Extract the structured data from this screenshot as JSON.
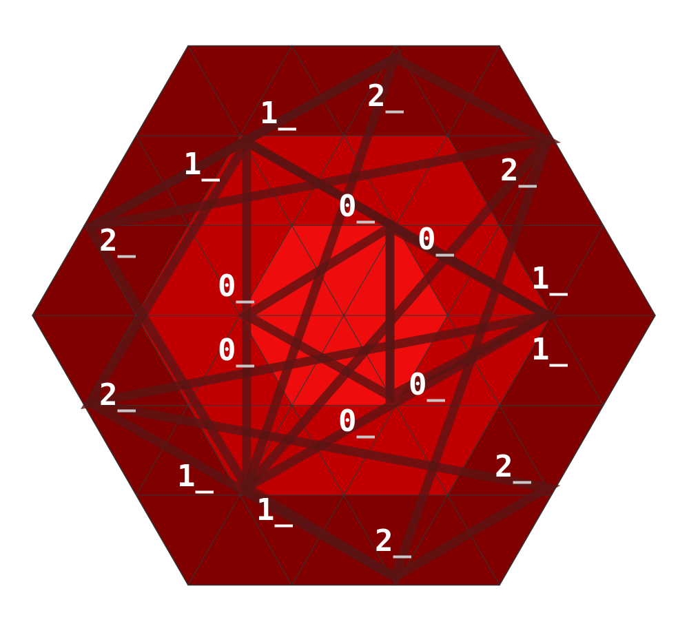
{
  "colors": {
    "background": "#ffffff",
    "ring0": "#ef0c0c",
    "ring1": "#c00000",
    "ring2": "#800000",
    "edge": "#333333",
    "path": "#5a1414",
    "label_primary": "#ffffff",
    "label_cursor": "#c8c8c8"
  },
  "labels": {
    "t0a": {
      "main": "0",
      "cursor": "_"
    },
    "t0b": {
      "main": "0",
      "cursor": "_"
    },
    "t0c": {
      "main": "0",
      "cursor": "_"
    },
    "t0d": {
      "main": "0",
      "cursor": "_"
    },
    "t0e": {
      "main": "0",
      "cursor": "_"
    },
    "t0f": {
      "main": "0",
      "cursor": "_"
    },
    "t1a": {
      "main": "1",
      "cursor": "_"
    },
    "t1b": {
      "main": "1",
      "cursor": "_"
    },
    "t1c": {
      "main": "1",
      "cursor": "_"
    },
    "t1d": {
      "main": "1",
      "cursor": "_"
    },
    "t1e": {
      "main": "1",
      "cursor": "_"
    },
    "t1f": {
      "main": "1",
      "cursor": "_"
    },
    "t2a": {
      "main": "2",
      "cursor": "_"
    },
    "t2b": {
      "main": "2",
      "cursor": "_"
    },
    "t2c": {
      "main": "2",
      "cursor": "_"
    },
    "t2d": {
      "main": "2",
      "cursor": "_"
    },
    "t2e": {
      "main": "2",
      "cursor": "_"
    },
    "t2f": {
      "main": "2",
      "cursor": "_"
    }
  }
}
